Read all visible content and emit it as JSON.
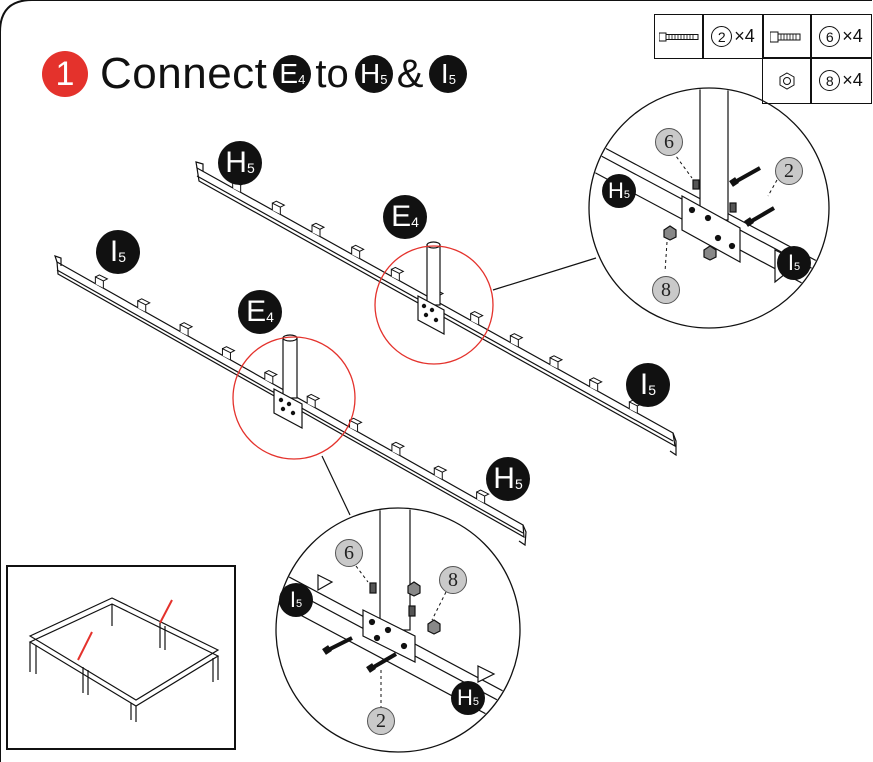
{
  "step": {
    "number": "1",
    "word_connect": "Connect",
    "word_to": "to",
    "word_and": "&",
    "parts": [
      {
        "letter": "E",
        "sub": "4"
      },
      {
        "letter": "H",
        "sub": "5"
      },
      {
        "letter": "I",
        "sub": "5"
      }
    ]
  },
  "hardware": [
    {
      "icon": "long-bolt-icon",
      "ref": "2",
      "qty": "×4"
    },
    {
      "icon": "short-bolt-icon",
      "ref": "6",
      "qty": "×4"
    },
    {
      "icon": "hex-nut-icon",
      "ref": "8",
      "qty": "×4"
    }
  ],
  "labels": {
    "h5": {
      "letter": "H",
      "sub": "5"
    },
    "i5": {
      "letter": "I",
      "sub": "5"
    },
    "e4": {
      "letter": "E",
      "sub": "4"
    }
  },
  "callout_refs": {
    "bolt_long": "2",
    "bolt_short": "6",
    "nut": "8"
  },
  "colors": {
    "accent_red": "#e4322c",
    "line": "#111111",
    "ref_fill": "#c9c9c9"
  }
}
